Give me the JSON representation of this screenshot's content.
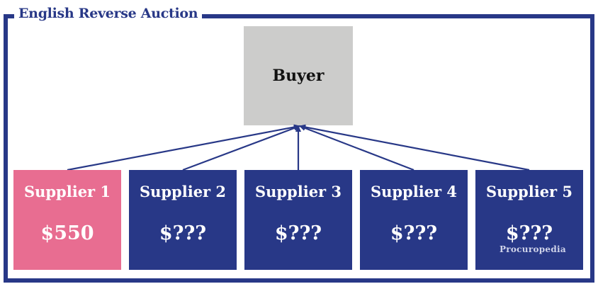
{
  "diagram": {
    "title": "English Reverse Auction",
    "buyer": {
      "label": "Buyer"
    },
    "suppliers": [
      {
        "name": "Supplier 1",
        "bid": "$550"
      },
      {
        "name": "Supplier 2",
        "bid": "$???"
      },
      {
        "name": "Supplier 3",
        "bid": "$???"
      },
      {
        "name": "Supplier 4",
        "bid": "$???"
      },
      {
        "name": "Supplier 5",
        "bid": "$???"
      }
    ],
    "watermark": "Procuropedia"
  },
  "colors": {
    "frame": "#283887",
    "supplier_box": "#283887",
    "current_supplier_box": "#e86d91",
    "buyer_box": "#cccccb",
    "arrow": "#283887"
  }
}
